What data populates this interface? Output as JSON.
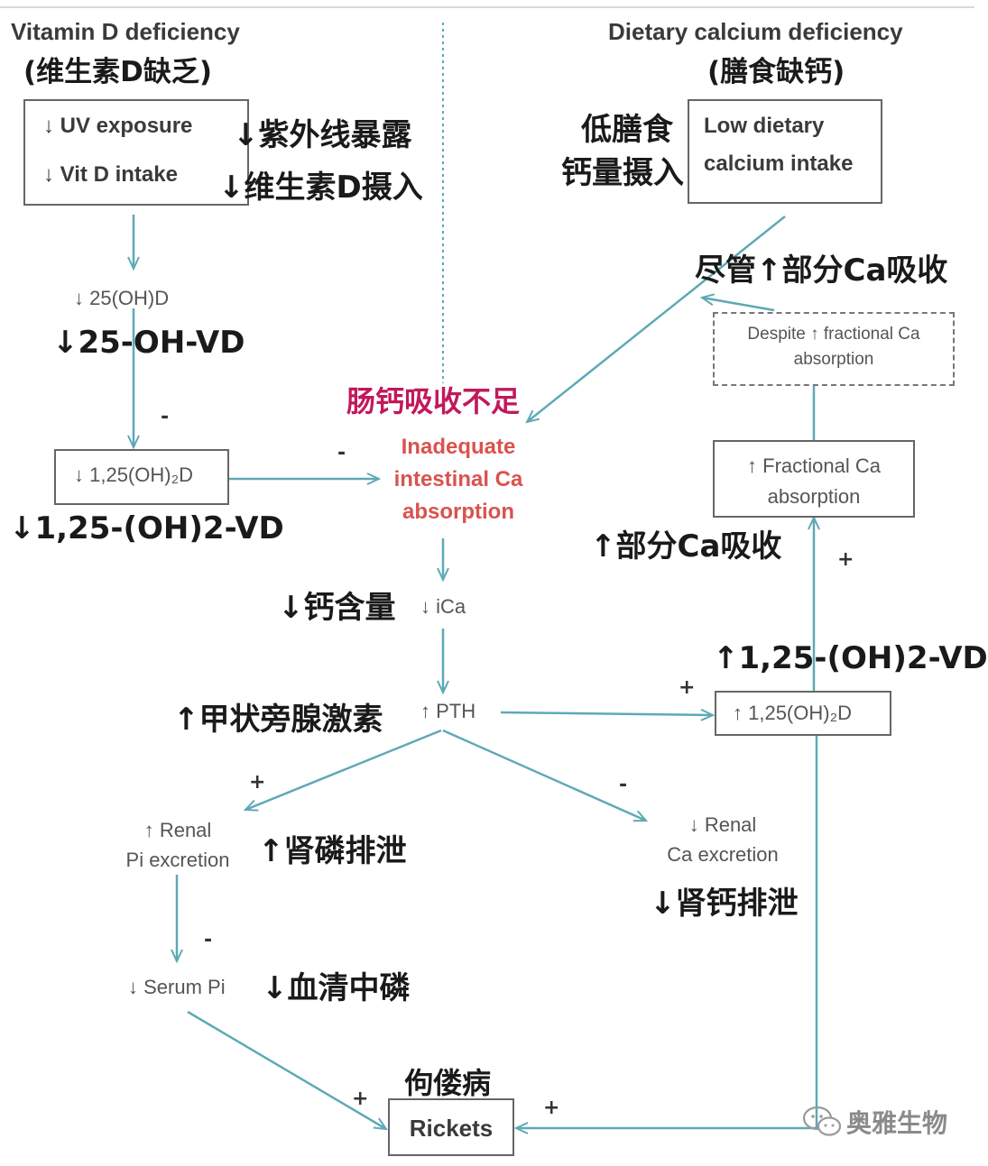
{
  "colors": {
    "arrow": "#5ea9b6",
    "box_border": "#666666",
    "highlight": "#d9534f",
    "cn_red": "#c2185b"
  },
  "headers": {
    "vitd_en": "Vitamin D deficiency",
    "vitd_cn": "(维生素D缺乏)",
    "ca_en": "Dietary calcium deficiency",
    "ca_cn": "(膳食缺钙)"
  },
  "nodes": {
    "uv_exposure": "↓ UV exposure",
    "vitd_intake": "↓ Vit D intake",
    "low_dietary_1": "Low dietary",
    "low_dietary_2": "calcium intake",
    "oh25d": "↓ 25(OH)D",
    "oh125d_low": "↓ 1,25(OH)₂D",
    "inadequate_1": "Inadequate",
    "inadequate_2": "intestinal Ca",
    "inadequate_3": "absorption",
    "despite_1": "Despite ↑ fractional Ca",
    "despite_2": "absorption",
    "fractional_1": "↑ Fractional Ca",
    "fractional_2": "absorption",
    "ica": "↓ iCa",
    "pth": "↑ PTH",
    "oh125d_high": "↑ 1,25(OH)₂D",
    "renal_pi_1": "↑ Renal",
    "renal_pi_2": "Pi excretion",
    "renal_ca_1": "↓ Renal",
    "renal_ca_2": "Ca excretion",
    "serum_pi": "↓ Serum Pi",
    "rickets": "Rickets"
  },
  "cn_labels": {
    "uv": "↓紫外线暴露",
    "vitd_intake": "↓维生素D摄入",
    "low_intake_1": "低膳食",
    "low_intake_2": "钙量摄入",
    "despite": "尽管↑部分Ca吸收",
    "oh25vd": "↓25-OH-VD",
    "intestinal": "肠钙吸收不足",
    "oh125vd_low": "↓1,25-(OH)2-VD",
    "fractional": "↑部分Ca吸收",
    "calcium_content": "↓钙含量",
    "oh125vd_high": "↑1,25-(OH)2-VD",
    "pth": "↑甲状旁腺激素",
    "renal_pi": "↑肾磷排泄",
    "renal_ca": "↓肾钙排泄",
    "serum_pi": "↓血清中磷",
    "rickets": "佝偻病"
  },
  "signs": {
    "vitd_minus": "-",
    "to_inadequate_minus": "-",
    "fractional_plus": "+",
    "oh125d_plus": "+",
    "renal_pi_plus": "+",
    "renal_ca_minus": "-",
    "serum_pi_minus": "-",
    "rickets_left_plus": "+",
    "rickets_right_plus": "+"
  },
  "watermark": {
    "text": "奥雅生物",
    "icon": "wechat-icon"
  }
}
